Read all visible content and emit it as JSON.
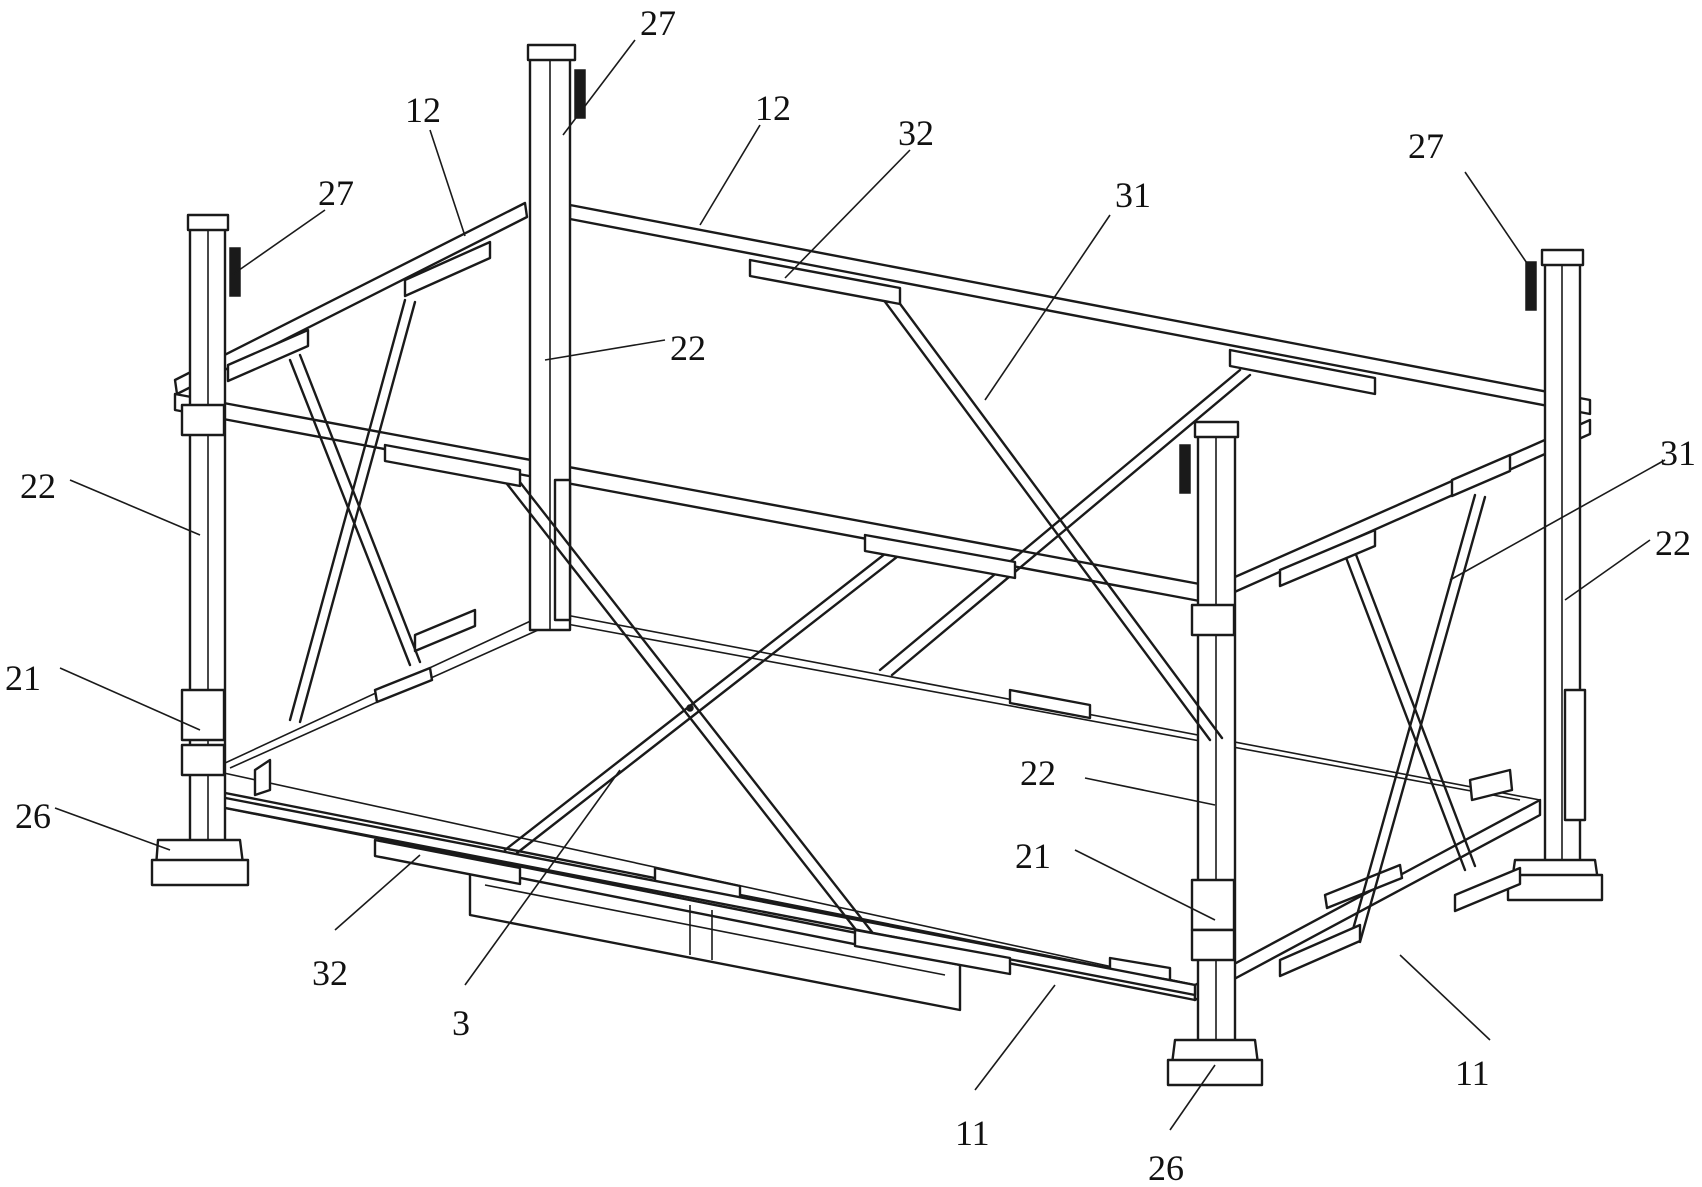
{
  "labels": [
    {
      "id": "27-center",
      "text": "27"
    },
    {
      "id": "12-left",
      "text": "12"
    },
    {
      "id": "12-mid",
      "text": "12"
    },
    {
      "id": "32-top",
      "text": "32"
    },
    {
      "id": "27-left",
      "text": "27"
    },
    {
      "id": "31-top",
      "text": "31"
    },
    {
      "id": "27-right",
      "text": "27"
    },
    {
      "id": "22-center",
      "text": "22"
    },
    {
      "id": "22-left",
      "text": "22"
    },
    {
      "id": "31-right",
      "text": "31"
    },
    {
      "id": "22-right",
      "text": "22"
    },
    {
      "id": "21-left",
      "text": "21"
    },
    {
      "id": "22-front",
      "text": "22"
    },
    {
      "id": "26-left",
      "text": "26"
    },
    {
      "id": "21-front",
      "text": "21"
    },
    {
      "id": "32-bottom",
      "text": "32"
    },
    {
      "id": "3-bottom",
      "text": "3"
    },
    {
      "id": "11-right",
      "text": "11"
    },
    {
      "id": "11-bottom",
      "text": "11"
    },
    {
      "id": "26-bottom",
      "text": "26"
    }
  ]
}
